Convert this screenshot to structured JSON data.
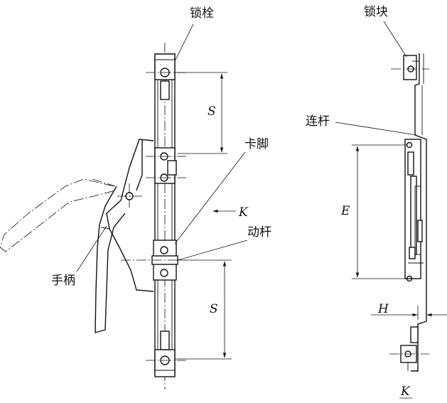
{
  "labels": {
    "bolt": "锁栓",
    "lock_block": "锁块",
    "link_rod": "连杆",
    "catch_foot": "卡脚",
    "moving_rod": "动杆",
    "handle": "手柄"
  },
  "dimensions": {
    "s_top": "S",
    "s_bottom": "S",
    "e": "E",
    "h": "H",
    "k_arrow": "K",
    "k_view": "K"
  }
}
